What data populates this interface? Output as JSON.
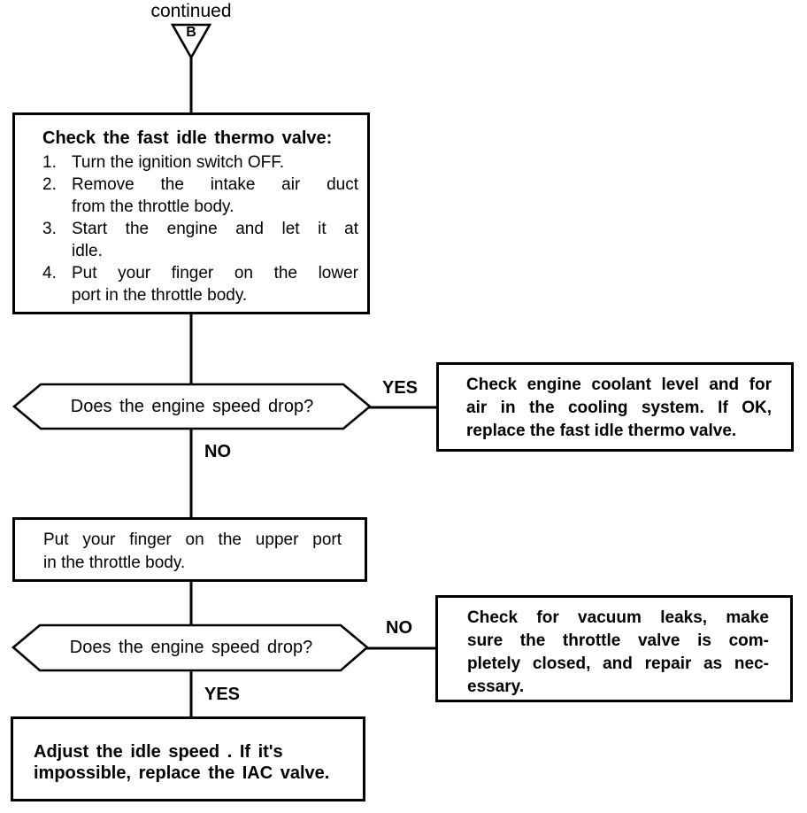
{
  "colors": {
    "ink": "#000000",
    "paper": "#ffffff"
  },
  "connector": {
    "label": "continued",
    "letter": "B"
  },
  "box1": {
    "title": "Check the fast idle thermo valve:",
    "items": [
      {
        "num": "1.",
        "line1": "Turn the ignition switch OFF."
      },
      {
        "num": "2.",
        "line1": "Remove the intake air duct",
        "line2": "from the throttle body."
      },
      {
        "num": "3.",
        "line1": "Start the engine and let it at",
        "line2": "idle."
      },
      {
        "num": "4.",
        "line1": "Put your finger on the lower",
        "line2": "port in the throttle body."
      }
    ]
  },
  "decision1": {
    "question": "Does the engine speed drop?",
    "yes": "YES",
    "no": "NO"
  },
  "result1": {
    "line1": "Check engine coolant level and for",
    "line2": "air in the cooling system. If OK,",
    "line3": "replace the fast idle thermo valve."
  },
  "box2": {
    "line1": "Put your finger on the upper port",
    "line2": "in the throttle body."
  },
  "decision2": {
    "question": "Does the engine speed drop?",
    "no": "NO",
    "yes": "YES"
  },
  "result2": {
    "line1": "Check for vacuum leaks, make",
    "line2": "sure the throttle valve is com-",
    "line3": "pletely closed, and repair as nec-",
    "line4": "essary."
  },
  "box3": {
    "line1": "Adjust the idle speed . If it's",
    "line2": "impossible, replace the IAC valve."
  }
}
